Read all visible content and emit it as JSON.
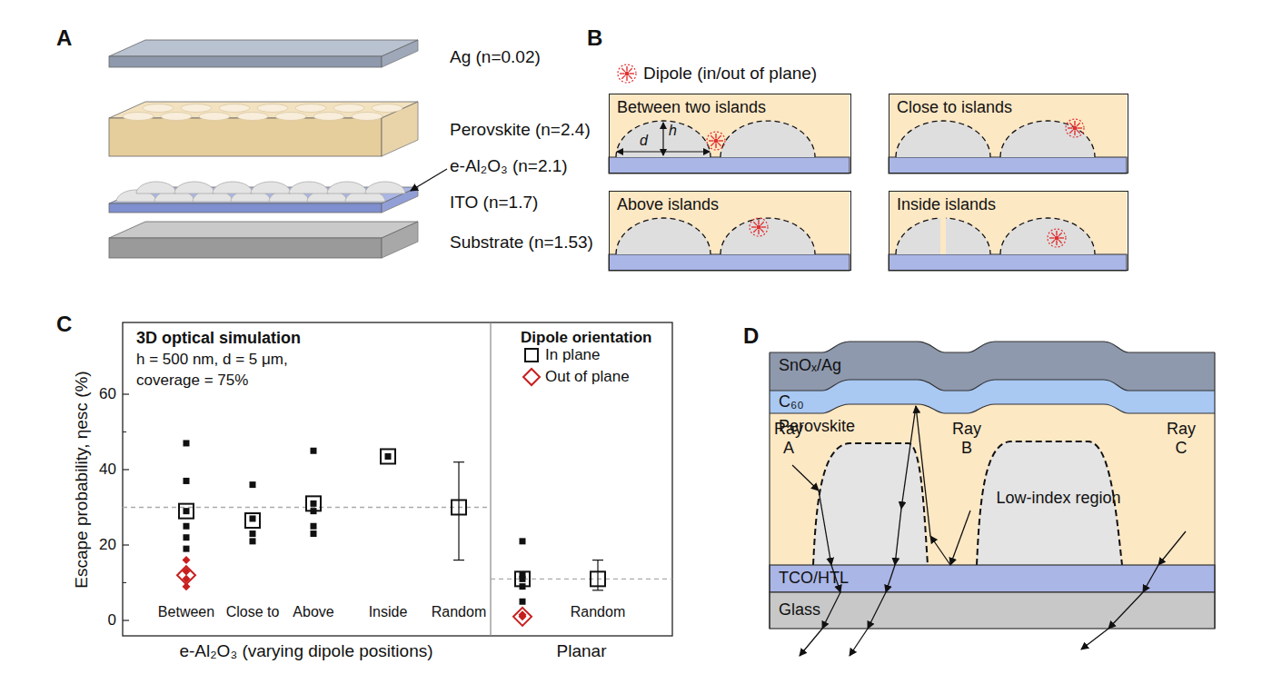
{
  "diagram": {
    "nodes": [
      {
        "text": [
          "Between two islands"
        ]
      },
      {
        "text": [
          "Close to islands"
        ]
      },
      {
        "text": [
          "Above islands"
        ]
      },
      {
        "text": [
          "Inside islands"
        ]
      },
      {
        "text": [
          "SnOₓ/Ag"
        ]
      },
      {
        "text": [
          "C₆₀"
        ]
      },
      {
        "text": [
          "Perovskite"
        ]
      },
      {
        "text": [
          "Low-index region"
        ],
        "in": 6
      },
      {
        "text": [
          "TCO/HTL"
        ]
      },
      {
        "text": [
          "Glass"
        ]
      }
    ],
    "labels": [
      "A",
      "Ag (n=0.02)",
      "Perovskite (n=2.4)",
      "e-Al₂O₃ (n=2.1)",
      "ITO (n=1.7)",
      "Substrate (n=1.53)",
      "B",
      "h",
      "d",
      "C",
      "3D optical simulation",
      "h = 500 nm, d = 5 μm,",
      "coverage = 75%",
      "Dipole orientation",
      "Escape probability, ηesc (%)",
      "0",
      "20",
      "40",
      "60",
      "Between",
      "Close to",
      "Above",
      "Inside",
      "Random",
      "e-Al₂O₃ (varying dipole positions)",
      "Random",
      "Planar",
      "D",
      "Ray A",
      "Ray B",
      "Ray C"
    ],
    "legend": [
      {
        "text": "Dipole (in/out of plane)"
      },
      {
        "text": "In plane"
      },
      {
        "text": "Out of plane"
      }
    ]
  }
}
